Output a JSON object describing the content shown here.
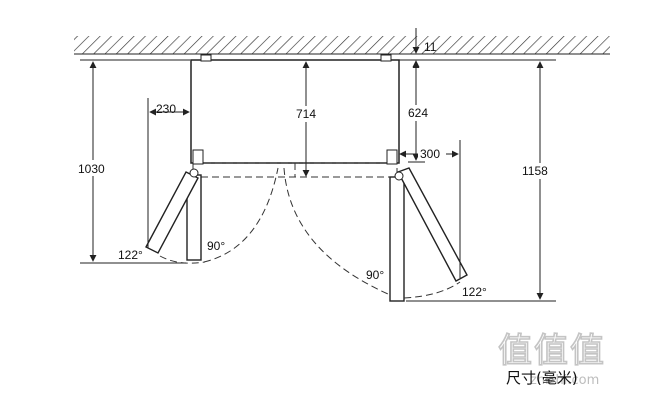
{
  "dimensions": {
    "gap_top": "11",
    "left_door_offset": "230",
    "depth_body": "714",
    "depth_right": "624",
    "total_depth_closed": "1030",
    "right_door_offset": "300",
    "total_depth_open": "1158"
  },
  "angles": {
    "left_outer": "122°",
    "left_inner": "90°",
    "right_inner": "90°",
    "right_outer": "122°"
  },
  "caption": "尺寸(毫米)",
  "watermark": {
    "logo": "值值值",
    "url": "zhizhi.com"
  }
}
